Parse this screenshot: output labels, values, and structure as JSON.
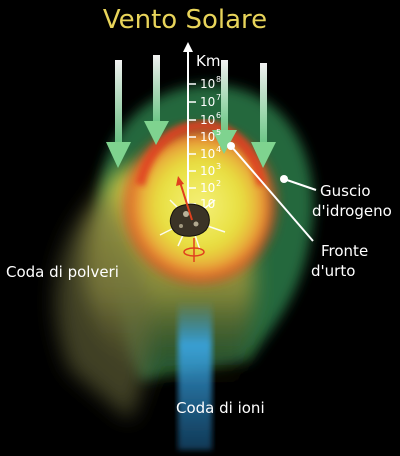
{
  "title": "Vento Solare",
  "scale": {
    "unit": "Km",
    "ticks": [
      {
        "base": "10",
        "exp": "8"
      },
      {
        "base": "10",
        "exp": "7"
      },
      {
        "base": "10",
        "exp": "6"
      },
      {
        "base": "10",
        "exp": "5"
      },
      {
        "base": "10",
        "exp": "4"
      },
      {
        "base": "10",
        "exp": "3"
      },
      {
        "base": "10",
        "exp": "2"
      },
      {
        "base": "10",
        "exp": ""
      }
    ]
  },
  "labels": {
    "hydrogen_shell_line1": "Guscio",
    "hydrogen_shell_line2": "d'idrogeno",
    "shock_front_line1": "Fronte",
    "shock_front_line2": "d'urto",
    "dust_tail": "Coda di polveri",
    "ion_tail": "Coda di ioni"
  },
  "colors": {
    "title": "#e8d45a",
    "shell_green": "#2f7a4a",
    "shock_red": "#e0401e",
    "dust_yellow": "#e9e24a",
    "ion_blue": "#3aa7e6",
    "arrow_gradient_top": "#ffffff",
    "arrow_gradient_bottom": "#6fcf8a"
  }
}
